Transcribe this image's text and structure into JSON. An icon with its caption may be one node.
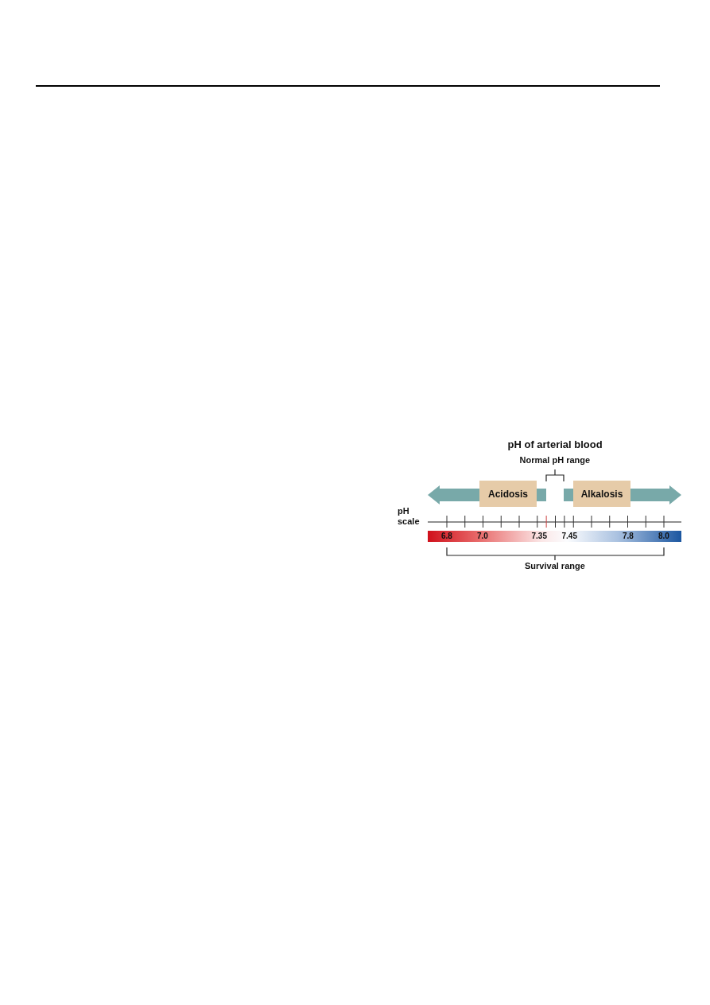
{
  "diagram": {
    "title": "pH of arterial blood",
    "nodes": [
      {
        "text": [
          "Acidosis"
        ]
      },
      {
        "text": [
          "Alkalosis"
        ]
      }
    ],
    "labels": [
      "Normal pH range",
      "pH scale",
      "6.8",
      "7.0",
      "7.35",
      "7.45",
      "7.8",
      "8.0",
      "Survival range"
    ]
  }
}
